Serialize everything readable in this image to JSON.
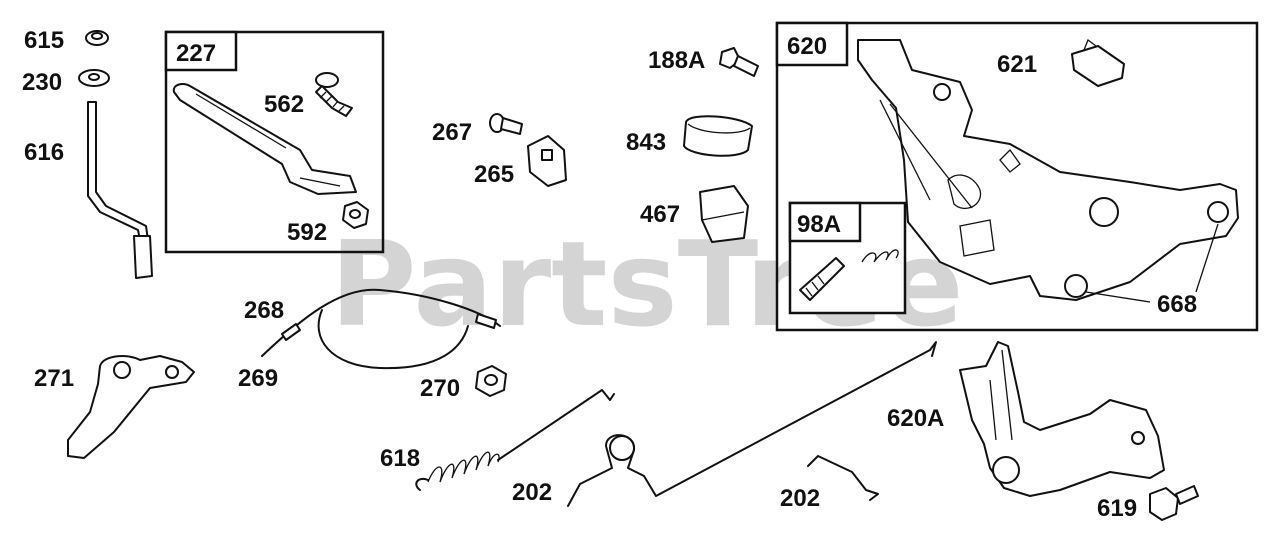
{
  "watermark": "PartsTree",
  "boxes": {
    "b227": "227",
    "b620": "620",
    "b98a": "98A"
  },
  "labels": {
    "l615": "615",
    "l230": "230",
    "l616": "616",
    "l562": "562",
    "l592": "592",
    "l267": "267",
    "l265": "265",
    "l188a": "188A",
    "l843": "843",
    "l467": "467",
    "l621": "621",
    "l668": "668",
    "l268": "268",
    "l269": "269",
    "l270": "270",
    "l271": "271",
    "l618": "618",
    "l202a": "202",
    "l202b": "202",
    "l620a": "620A",
    "l619": "619"
  }
}
